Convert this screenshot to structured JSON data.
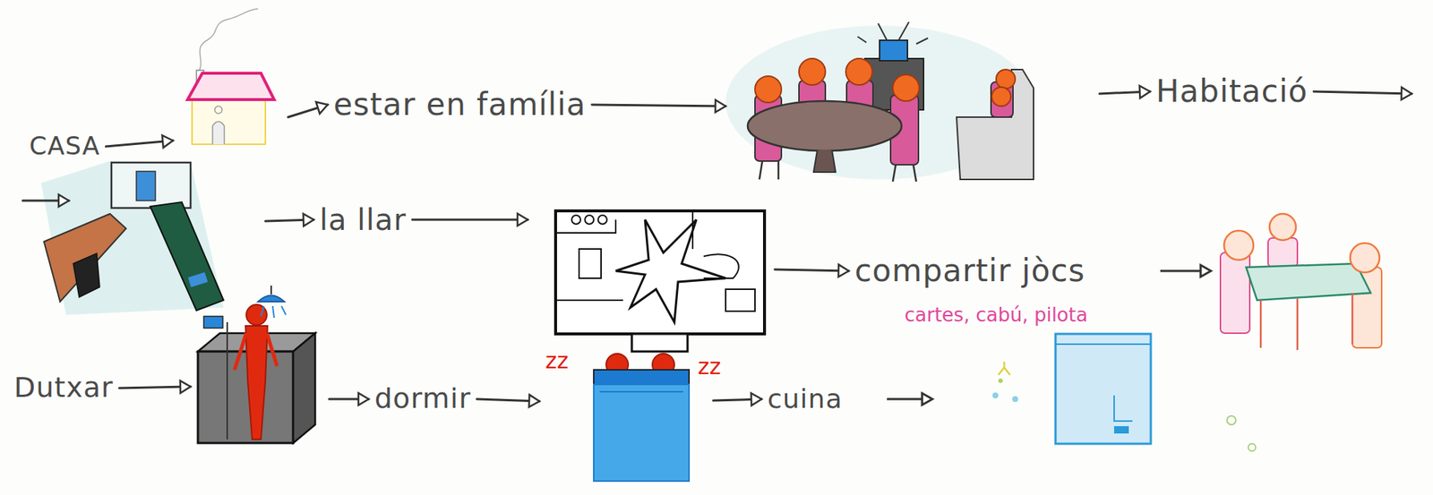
{
  "diagram": {
    "nodes": [
      {
        "text": [
          "CASA"
        ]
      },
      {
        "text": [
          "estar en família"
        ]
      },
      {
        "text": [
          "Habitació"
        ]
      },
      {
        "text": [
          "la llar"
        ]
      },
      {
        "text": [
          "compartir jòcs"
        ]
      },
      {
        "text": [
          "Dutxar"
        ]
      },
      {
        "text": [
          "dormir"
        ]
      },
      {
        "text": [
          "cuina"
        ]
      }
    ],
    "edges": [
      {
        "from": 0,
        "to": 1,
        "arrow": "to"
      },
      {
        "from": 1,
        "to": 2,
        "arrow": "to"
      },
      {
        "from": 2,
        "to": 3,
        "arrow": "to"
      },
      {
        "from": 3,
        "to": 4,
        "arrow": "to"
      },
      {
        "from": 5,
        "to": 6,
        "arrow": "to"
      },
      {
        "from": 6,
        "to": 7,
        "arrow": "to"
      }
    ],
    "labels": [
      "cartes, cabú, pilota",
      "zz",
      "zz"
    ]
  }
}
